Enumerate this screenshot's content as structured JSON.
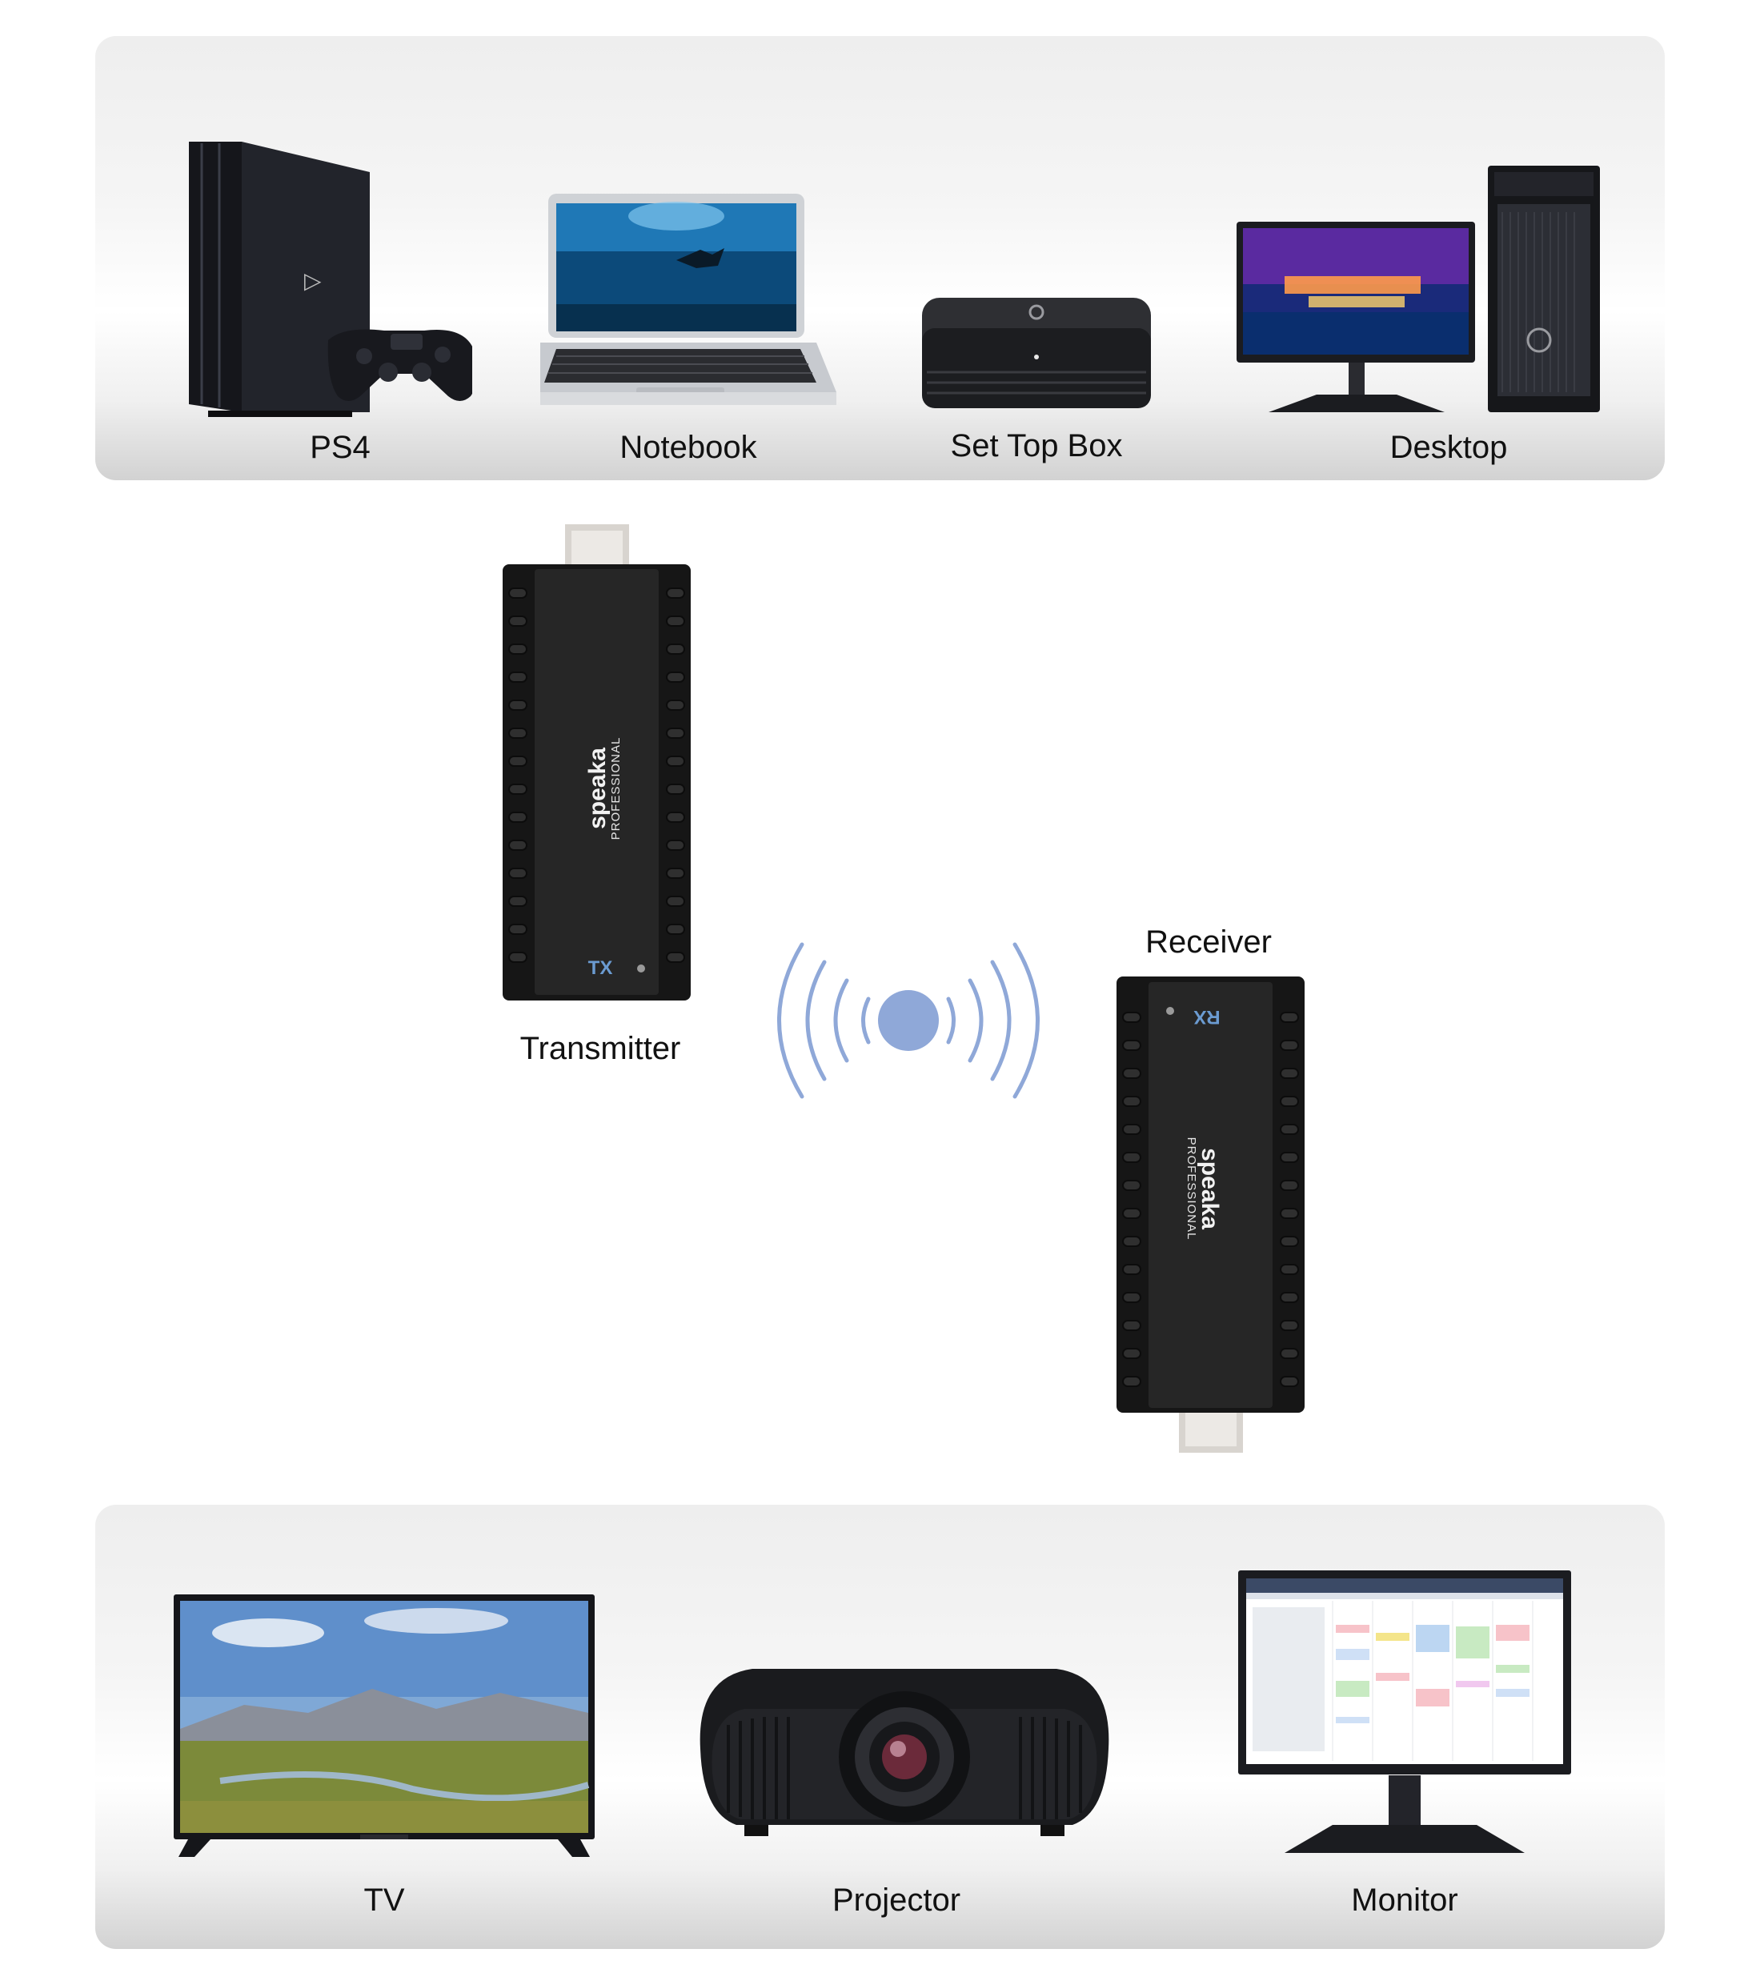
{
  "sources": {
    "items": [
      {
        "label": "PS4"
      },
      {
        "label": "Notebook"
      },
      {
        "label": "Set Top Box"
      },
      {
        "label": "Desktop"
      }
    ]
  },
  "transmitter": {
    "label": "Transmitter",
    "badge": "TX",
    "brand": "speaka",
    "brand_sub": "PROFESSIONAL"
  },
  "receiver": {
    "label": "Receiver",
    "badge": "RX",
    "brand": "speaka",
    "brand_sub": "PROFESSIONAL"
  },
  "sinks": {
    "items": [
      {
        "label": "TV"
      },
      {
        "label": "Projector"
      },
      {
        "label": "Monitor"
      }
    ]
  },
  "colors": {
    "signal": "#8fa8d8",
    "badge": "#6b9bd1",
    "device": "#1a1a1a"
  }
}
